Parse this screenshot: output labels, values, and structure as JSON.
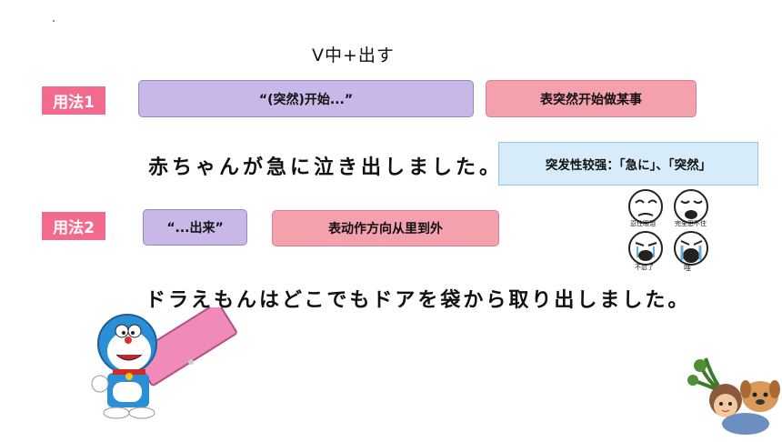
{
  "title": "V中+出す",
  "usage1": {
    "tag": "用法1",
    "pattern": "“(突然)开始...”",
    "meaning": "表突然开始做某事",
    "example": "赤ちゃんが急に泣き出しました。",
    "note": "突发性较强：「急に」、「突然」"
  },
  "usage2": {
    "tag": "用法2",
    "pattern": "“...出来”",
    "meaning": "表动作方向从里到外",
    "example": "ドラえもんはどこでもドアを袋から取り出しました。"
  },
  "meme": {
    "captions": [
      "忍住眼泪",
      "完全忍不住",
      "不忍了",
      "哇"
    ]
  },
  "colors": {
    "tag_pink": "#f26a8d",
    "purple_pill": "#c8b8e8",
    "pink_pill": "#f4a0ad",
    "blue_note": "#d7ecfb"
  }
}
